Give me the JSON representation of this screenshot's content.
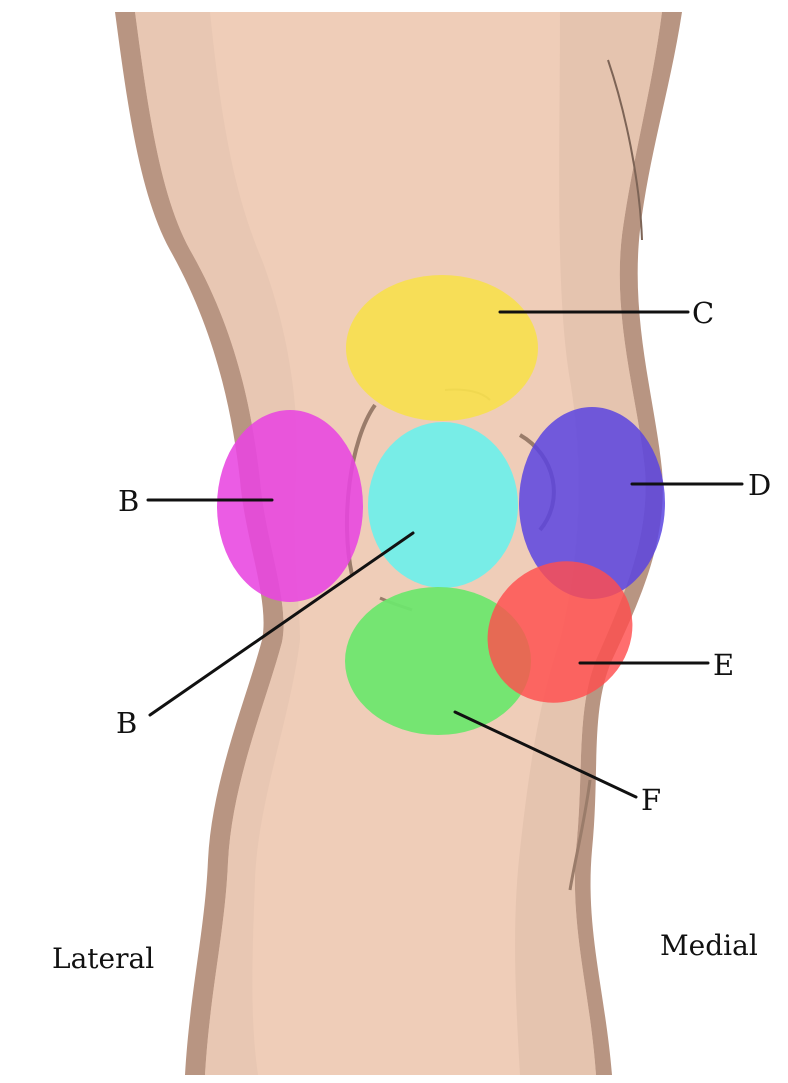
{
  "side_labels": {
    "lateral": "Lateral",
    "medial": "Medial"
  },
  "regions": [
    {
      "id": "suprapatellar",
      "label": "C",
      "color": "#f7e04e"
    },
    {
      "id": "lateral",
      "label": "B",
      "color": "#e846e0"
    },
    {
      "id": "central",
      "label": "B",
      "color": "#6ef0ea"
    },
    {
      "id": "medial",
      "label": "D",
      "color": "#5a44e0"
    },
    {
      "id": "medial-inferior",
      "label": "E",
      "color": "#ff4e4e"
    },
    {
      "id": "infrapatellar",
      "label": "F",
      "color": "#6ee66e"
    }
  ],
  "skin_colors": {
    "skin": "#efcdb8",
    "skin_shadow": "#dcbaa6",
    "outline": "#b08d78"
  }
}
